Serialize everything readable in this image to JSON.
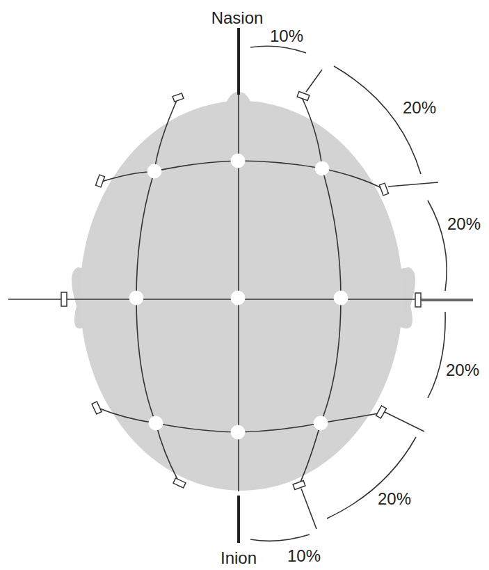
{
  "diagram": {
    "labels": [
      "Nasion",
      "10%",
      "20%",
      "20%",
      "20%",
      "20%",
      "Inion",
      "10%"
    ]
  }
}
